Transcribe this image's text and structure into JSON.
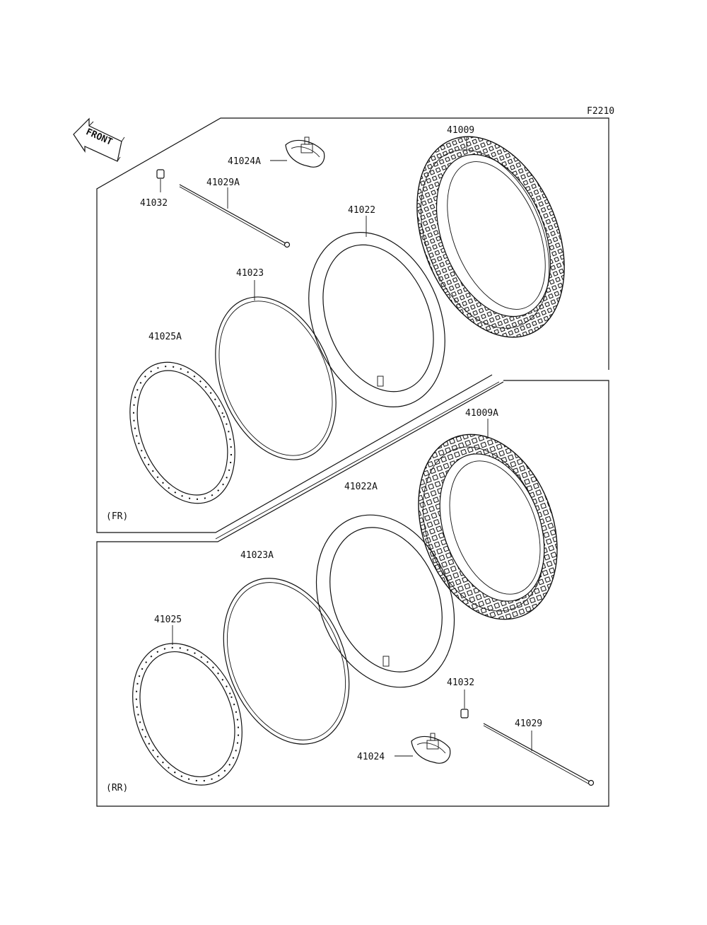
{
  "figure_code": "F2210",
  "front_arrow_text": "FRONT",
  "sections": {
    "front": {
      "label": "(FR)"
    },
    "rear": {
      "label": "(RR)"
    }
  },
  "parts": {
    "p41009": "41009",
    "p41024A": "41024A",
    "p41032_fr": "41032",
    "p41029A": "41029A",
    "p41022": "41022",
    "p41023": "41023",
    "p41025A": "41025A",
    "p41009A": "41009A",
    "p41022A": "41022A",
    "p41023A": "41023A",
    "p41025": "41025",
    "p41032_rr": "41032",
    "p41029": "41029",
    "p41024": "41024"
  }
}
